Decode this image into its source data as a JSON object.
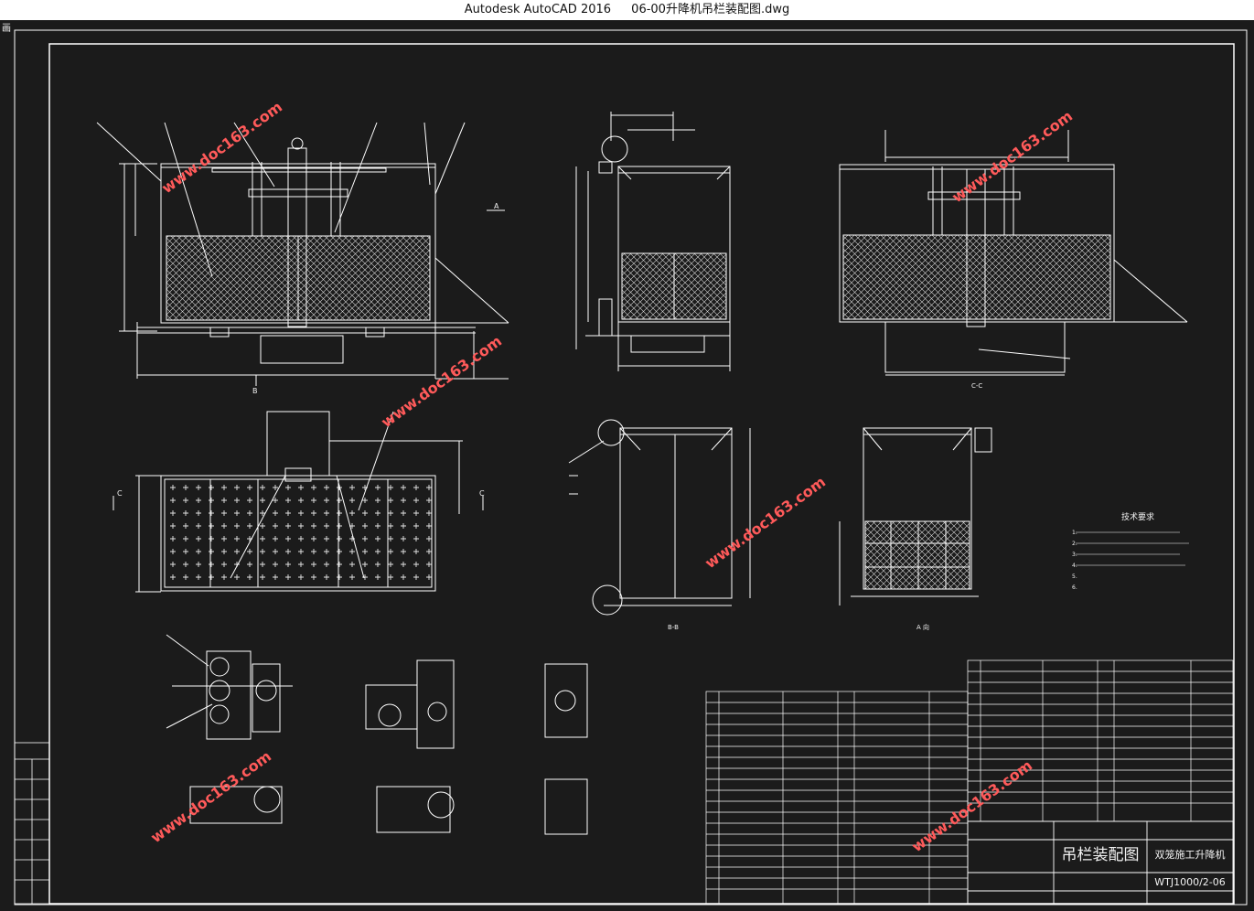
{
  "window": {
    "app_name": "Autodesk AutoCAD 2016",
    "file_name": "06-00升降机吊栏装配图.dwg",
    "corner_glyph": "画"
  },
  "drawing": {
    "watermark": "www.doc163.com",
    "section_labels": {
      "b": "B",
      "c_left": "C",
      "c_right": "C",
      "a_arrow": "A",
      "b_view": "B-B",
      "a_view": "A 向",
      "c_view": "C-C"
    },
    "tech_requirements": {
      "title": "技术要求",
      "lines": [
        "1.",
        "2.",
        "3.",
        "4.",
        "5.",
        "6."
      ]
    },
    "title_block": {
      "drawing_name": "吊栏装配图",
      "product_name": "双笼施工升降机",
      "drawing_number": "WTJ1000/2-06"
    }
  },
  "colors": {
    "background": "#1b1b1b",
    "linework": "#ffffff",
    "watermark": "#ff5a5a"
  }
}
